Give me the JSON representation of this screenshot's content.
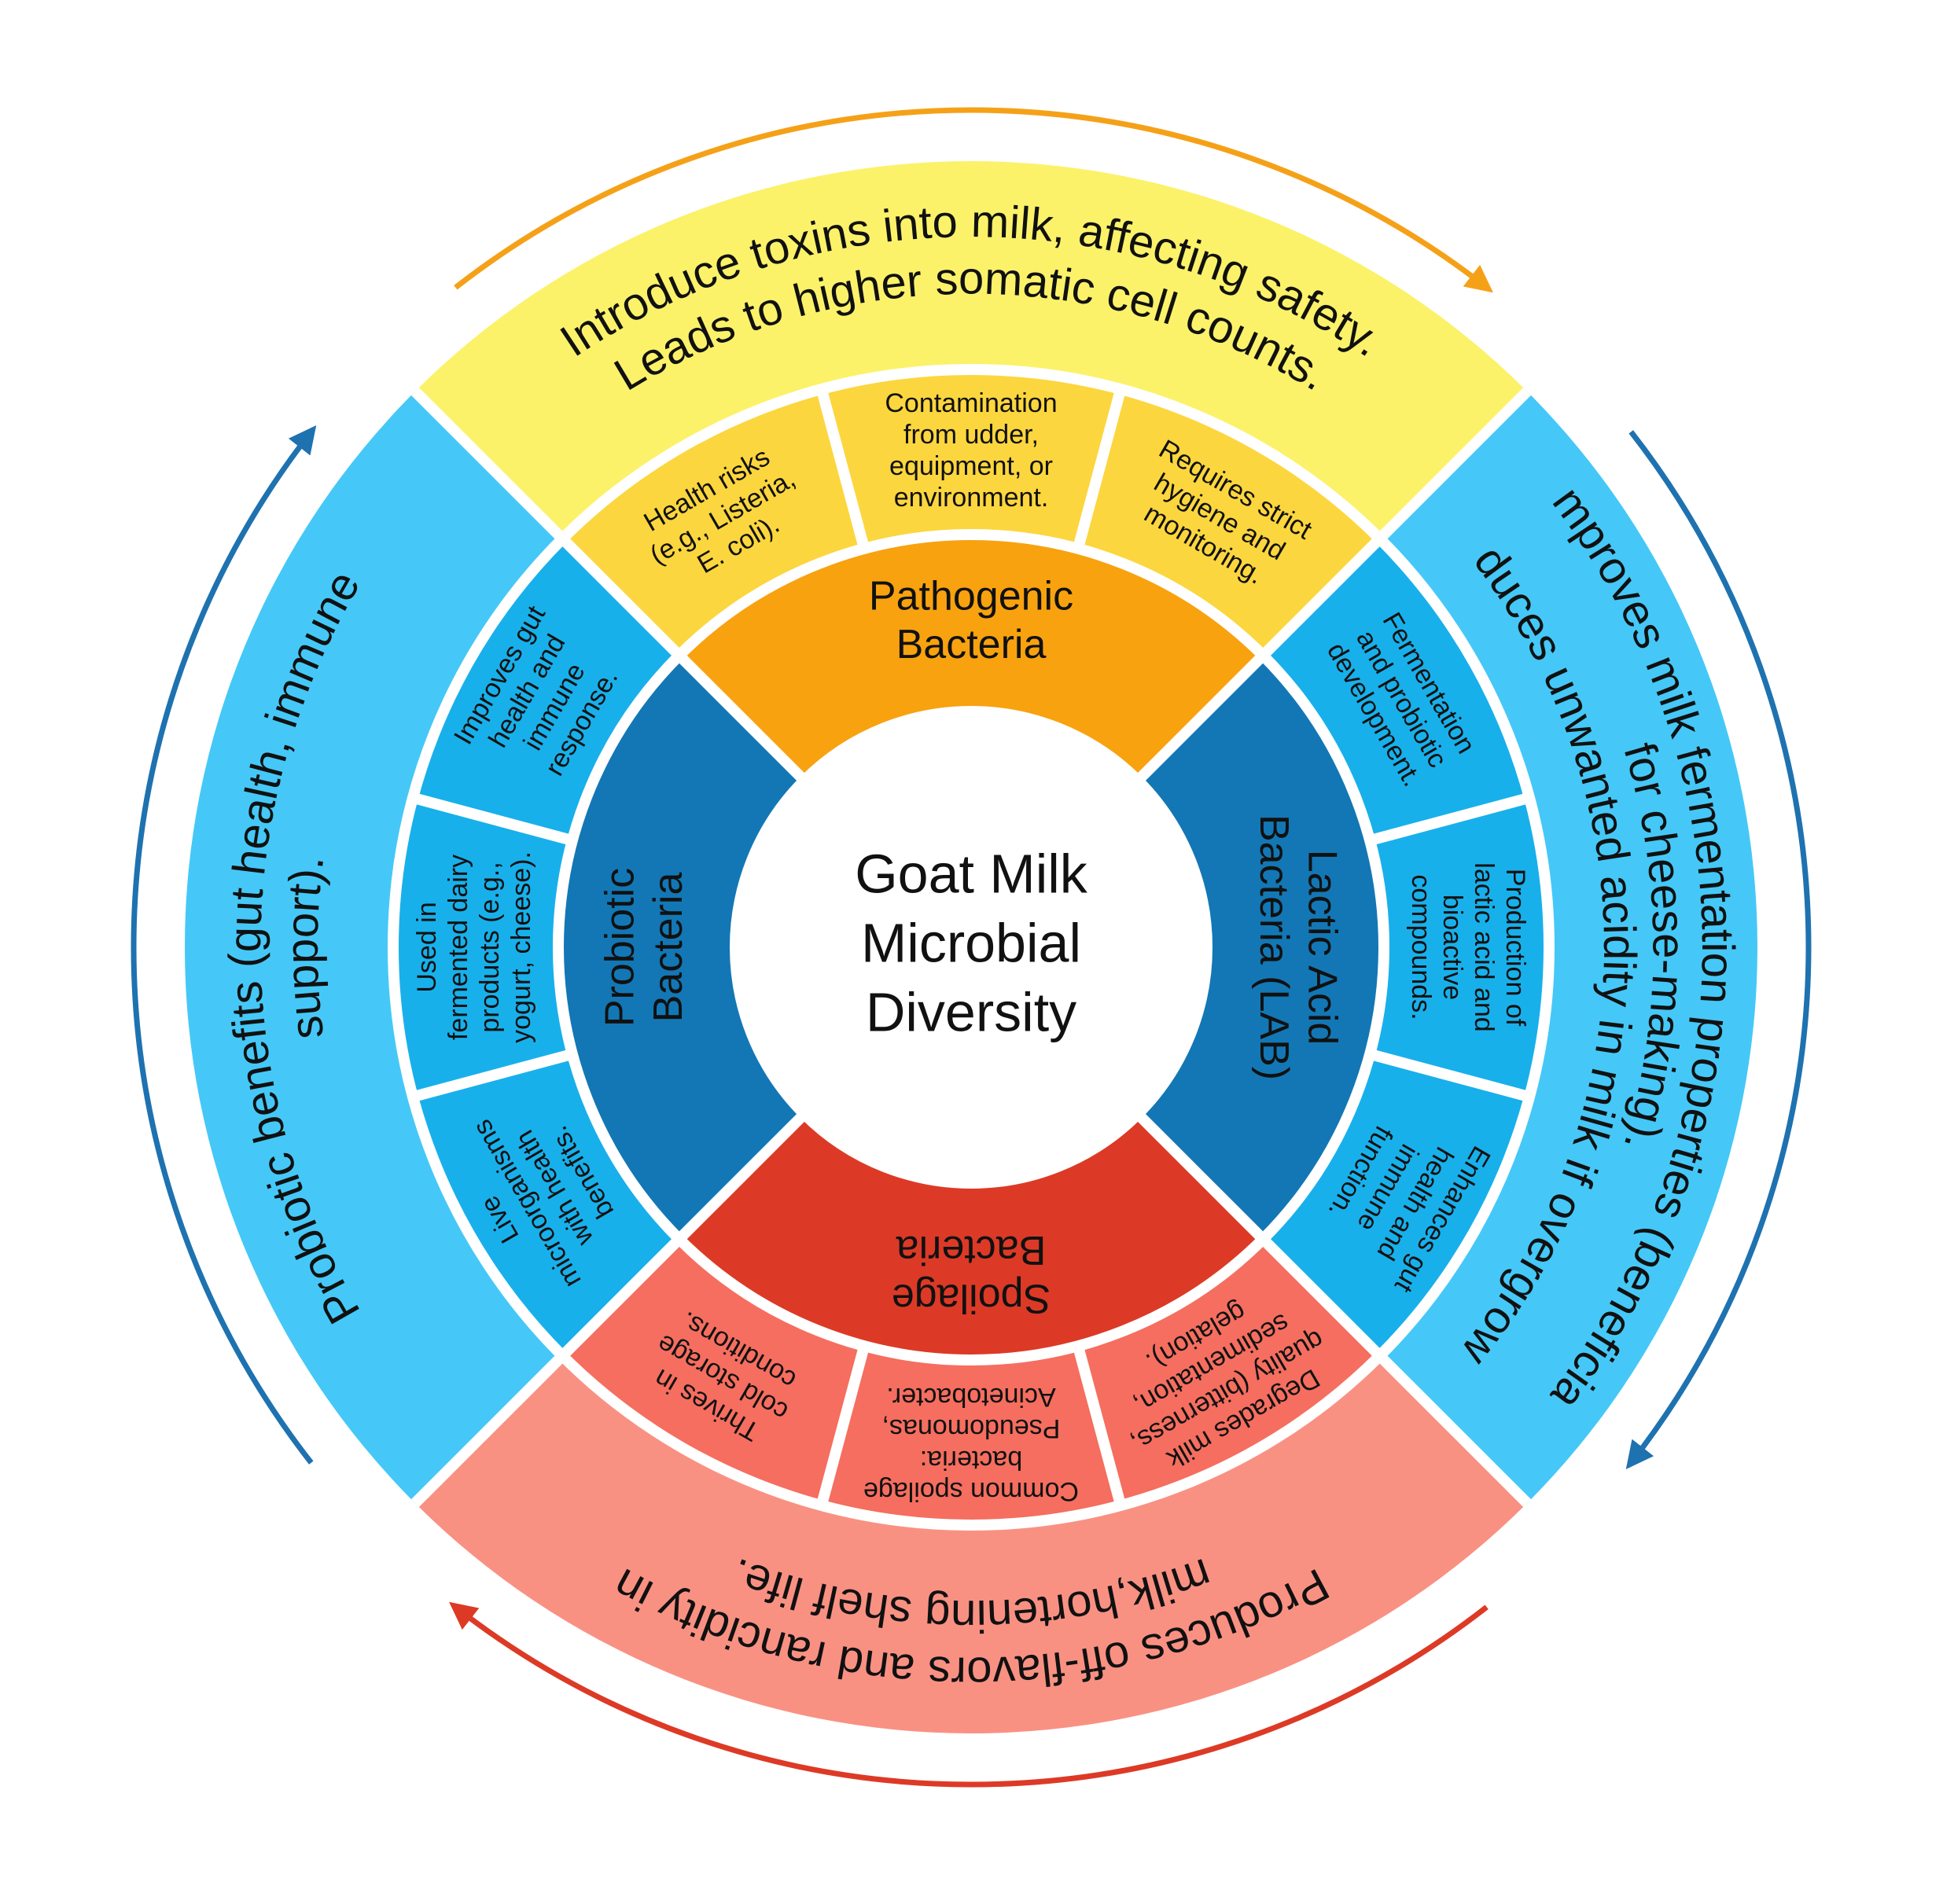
{
  "center": {
    "lines": [
      "Goat Milk",
      "Microbial",
      "Diversity"
    ]
  },
  "colors": {
    "yellow_outer": "#FBF26A",
    "yellow_mid": "#FCD63E",
    "orange_cat": "#F8A20F",
    "blue_outer": "#45C8F7",
    "blue_mid": "#18B0EB",
    "blue_cat": "#1377B5",
    "red_outer": "#F99183",
    "red_mid": "#F56E5F",
    "red_cat": "#DC3A26",
    "arrow_orange": "#F5A118",
    "arrow_blue": "#1E72B0",
    "arrow_red": "#DD3A26"
  },
  "segments": {
    "pathogenic": {
      "category": [
        "Pathogenic",
        "Bacteria"
      ],
      "outer": [
        "Introduce toxins into milk, affecting safety.",
        "Leads to higher somatic cell counts."
      ],
      "details": [
        [
          "Health risks",
          "(e.g., Listeria,",
          "E. coli)."
        ],
        [
          "Contamination",
          "from udder,",
          "equipment, or",
          "environment."
        ],
        [
          "Requires strict",
          "hygiene and",
          "monitoring."
        ]
      ]
    },
    "lactic": {
      "category": [
        "Lactic Acid",
        "Bacteria (LAB)"
      ],
      "outer": [
        "Improves milk fermentation properties (beneficial",
        "for cheese-making).",
        "Reduces unwanted acidity in milk if overgrown."
      ],
      "details": [
        [
          "Fermentation",
          "and probiotic",
          "development."
        ],
        [
          "Production of",
          "lactic acid and",
          "bioactive",
          "compounds."
        ],
        [
          "Enhances gut",
          "health and",
          "immune",
          "function."
        ]
      ]
    },
    "spoilage": {
      "category": [
        "Spoilage",
        "Bacteria"
      ],
      "outer": [
        "Produces off-flavors and rancidity in",
        "milk,hortening shelf life."
      ],
      "details": [
        [
          "Degrades milk",
          "quality (bitterness,",
          "sedimentation,",
          "gelation)."
        ],
        [
          "Common spoilage",
          "bacteria:",
          "Pseudomonas,",
          "Acinetobacter."
        ],
        [
          "Thrives in",
          "cold storage",
          "conditions."
        ]
      ]
    },
    "probiotic": {
      "category": [
        "Probiotic",
        "Bacteria"
      ],
      "outer": [
        "Probiotic benefits (gut health, immune",
        "support)."
      ],
      "details": [
        [
          "Live",
          "microorganisms",
          "with health",
          "benefits."
        ],
        [
          "Used in",
          "fermented dairy",
          "products (e.g.,",
          "yogurt, cheese)."
        ],
        [
          "Improves gut",
          "health and",
          "immune",
          "response."
        ]
      ]
    }
  }
}
